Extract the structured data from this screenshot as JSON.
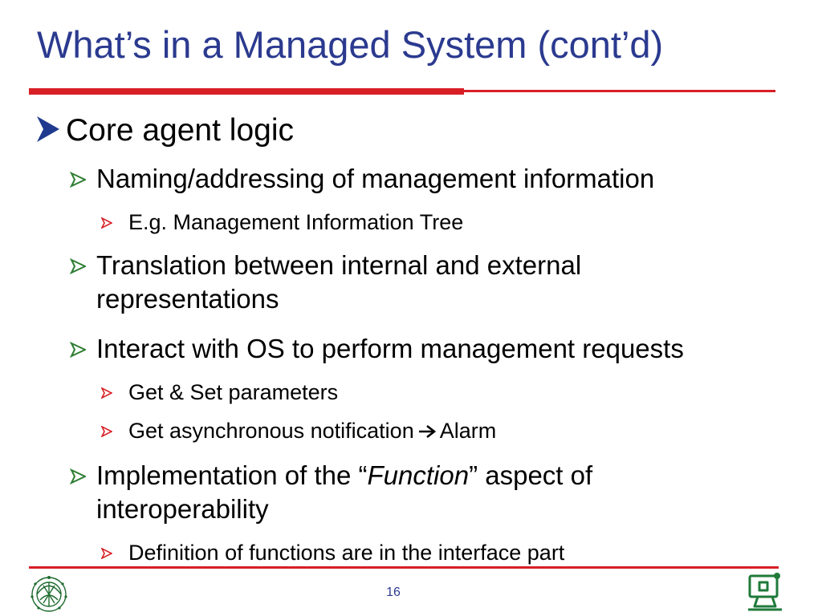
{
  "slide": {
    "title": "What’s in a Managed System (cont’d)",
    "page_number": "16",
    "accent_color": "#d81f26",
    "title_color": "#2b3a8f",
    "bullet_l1_color": "#1f3a8f",
    "bullet_color": "#2e7d32"
  },
  "bullets": {
    "core": "Core agent logic",
    "naming": "Naming/addressing of management information",
    "mit": "E.g. Management Information Tree",
    "translation_l1": "Translation between internal and external",
    "translation_l2": "representations",
    "interact": "Interact with OS to perform management requests",
    "getset": "Get & Set parameters",
    "async_pre": "Get asynchronous notification",
    "async_post": "Alarm",
    "impl_pre": "Implementation of the “",
    "impl_em": "Function",
    "impl_post": "” aspect of",
    "impl_l2": "interoperability",
    "definition": "Definition of functions are in the interface part"
  },
  "icons": {
    "bullet_l1": "filled-arrowhead-icon",
    "bullet_sub": "outlined-arrowhead-icon",
    "inline_arrow": "right-arrow-icon",
    "logo_left": "university-emblem-icon",
    "logo_right": "computer-dept-logo-icon"
  }
}
